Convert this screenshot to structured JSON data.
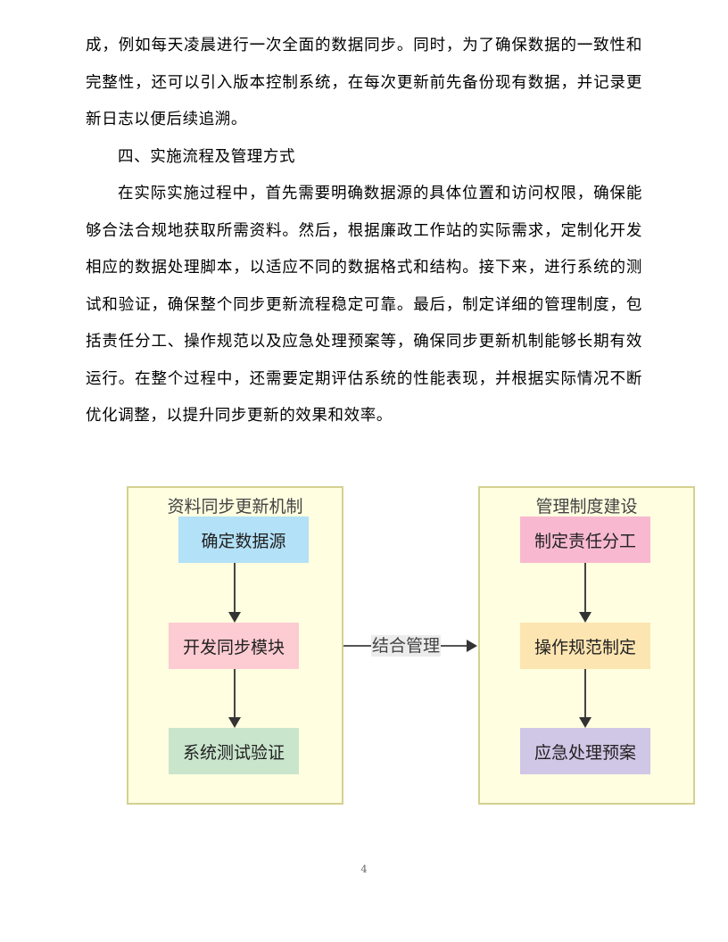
{
  "document": {
    "paragraph_1": "成，例如每天凌晨进行一次全面的数据同步。同时，为了确保数据的一致性和完整性，还可以引入版本控制系统，在每次更新前先备份现有数据，并记录更新日志以便后续追溯。",
    "section_heading": "四、实施流程及管理方式",
    "paragraph_2": "在实际实施过程中，首先需要明确数据源的具体位置和访问权限，确保能够合法合规地获取所需资料。然后，根据廉政工作站的实际需求，定制化开发相应的数据处理脚本，以适应不同的数据格式和结构。接下来，进行系统的测试和验证，确保整个同步更新流程稳定可靠。最后，制定详细的管理制度，包括责任分工、操作规范以及应急处理预案等，确保同步更新机制能够长期有效运行。在整个过程中，还需要定期评估系统的性能表现，并根据实际情况不断优化调整，以提升同步更新的效果和效率。",
    "page_number": "4"
  },
  "diagram": {
    "left_group": {
      "title": "资料同步更新机制",
      "nodes": [
        {
          "label": "确定数据源",
          "color": "#b3e1f7"
        },
        {
          "label": "开发同步模块",
          "color": "#fdcbd2"
        },
        {
          "label": "系统测试验证",
          "color": "#c9e5cc"
        }
      ]
    },
    "right_group": {
      "title": "管理制度建设",
      "nodes": [
        {
          "label": "制定责任分工",
          "color": "#f8b9d0"
        },
        {
          "label": "操作规范制定",
          "color": "#fde5b1"
        },
        {
          "label": "应急处理预案",
          "color": "#d0c6e6"
        }
      ]
    },
    "link_label": "结合管理",
    "colors": {
      "group_fill": "#fffee0",
      "group_border": "#d4d191",
      "arrow": "#333333"
    }
  }
}
